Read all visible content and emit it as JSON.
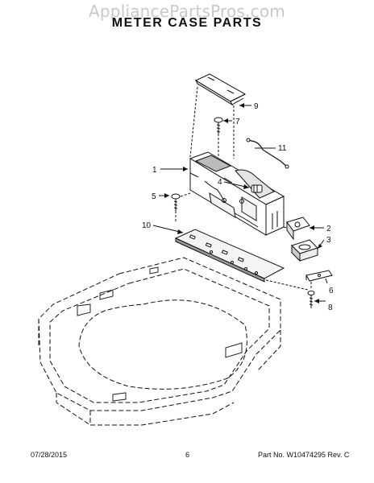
{
  "watermark": "AppliancePartsPros.com",
  "title": "METER CASE PARTS",
  "callouts": {
    "c1": "1",
    "c2": "2",
    "c3": "3",
    "c4": "4",
    "c5": "5",
    "c6": "6",
    "c7": "7",
    "c8": "8",
    "c9": "9",
    "c10": "10",
    "c11": "11"
  },
  "footer": {
    "date": "07/28/2015",
    "page": "6",
    "part_number": "Part No. W10474295  Rev. C"
  }
}
